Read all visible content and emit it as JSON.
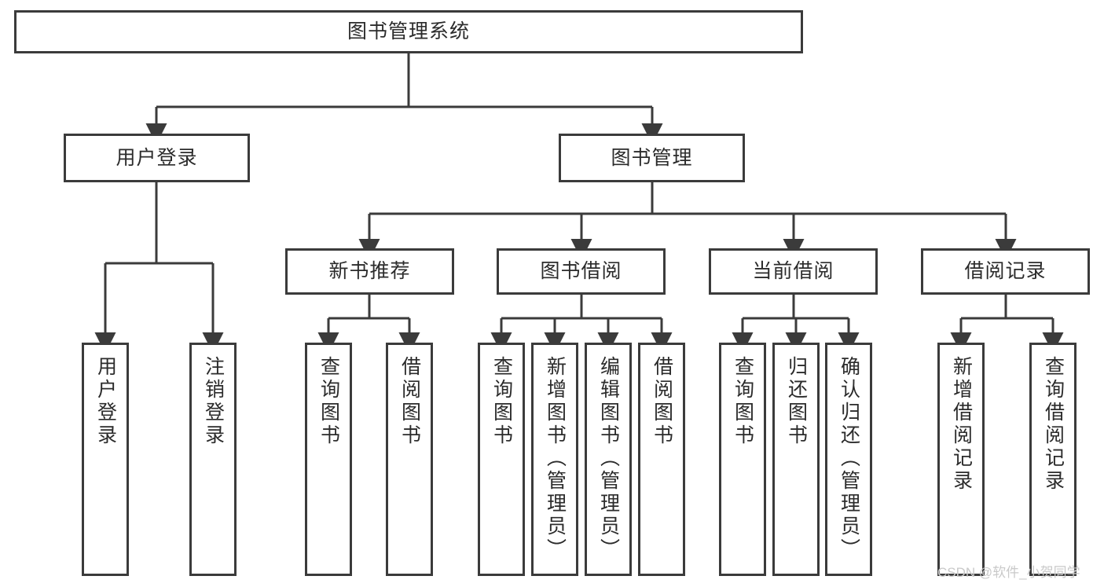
{
  "diagram": {
    "type": "tree-hierarchy-chart",
    "title_node": "图书管理系统",
    "watermark": "CSDN @软件_小贺同学",
    "colors": {
      "background": "#ffffff",
      "node_border": "#3b3b3b",
      "node_fill": "#ffffff",
      "edge": "#3b3b3b",
      "text": "#2b2b2b",
      "watermark": "#c9c9c9"
    },
    "levels": {
      "level0": [
        "图书管理系统"
      ],
      "level1": [
        "用户登录",
        "图书管理"
      ],
      "level2": [
        "新书推荐",
        "图书借阅",
        "当前借阅",
        "借阅记录"
      ],
      "level3": [
        "用户登录",
        "注销登录",
        "查询图书",
        "借阅图书",
        "查询图书",
        "新增图书（管理员）",
        "编辑图书（管理员）",
        "借阅图书",
        "查询图书",
        "归还图书",
        "确认归还（管理员）",
        "新增借阅记录",
        "查询借阅记录"
      ]
    },
    "nodes": {
      "root": {
        "label": "图书管理系统"
      },
      "user_login": {
        "label": "用户登录"
      },
      "book_mgmt": {
        "label": "图书管理"
      },
      "new_book_rec": {
        "label": "新书推荐"
      },
      "book_borrow": {
        "label": "图书借阅"
      },
      "current_borrow": {
        "label": "当前借阅"
      },
      "borrow_record": {
        "label": "借阅记录"
      },
      "leaf_user_login": {
        "label": "用户登录"
      },
      "leaf_logout": {
        "label": "注销登录"
      },
      "leaf_query_book_a": {
        "label": "查询图书"
      },
      "leaf_borrow_book_a": {
        "label": "借阅图书"
      },
      "leaf_query_book_b": {
        "label": "查询图书"
      },
      "leaf_add_book": {
        "label": "新增图书（管理员）"
      },
      "leaf_edit_book": {
        "label": "编辑图书（管理员）"
      },
      "leaf_borrow_book_b": {
        "label": "借阅图书"
      },
      "leaf_query_book_c": {
        "label": "查询图书"
      },
      "leaf_return_book": {
        "label": "归还图书"
      },
      "leaf_confirm_return": {
        "label": "确认归还（管理员）"
      },
      "leaf_add_record": {
        "label": "新增借阅记录"
      },
      "leaf_query_record": {
        "label": "查询借阅记录"
      }
    },
    "edges": [
      {
        "from": "root",
        "to": "user_login"
      },
      {
        "from": "root",
        "to": "book_mgmt"
      },
      {
        "from": "user_login",
        "to": "leaf_user_login"
      },
      {
        "from": "user_login",
        "to": "leaf_logout"
      },
      {
        "from": "book_mgmt",
        "to": "new_book_rec"
      },
      {
        "from": "book_mgmt",
        "to": "book_borrow"
      },
      {
        "from": "book_mgmt",
        "to": "current_borrow"
      },
      {
        "from": "book_mgmt",
        "to": "borrow_record"
      },
      {
        "from": "new_book_rec",
        "to": "leaf_query_book_a"
      },
      {
        "from": "new_book_rec",
        "to": "leaf_borrow_book_a"
      },
      {
        "from": "book_borrow",
        "to": "leaf_query_book_b"
      },
      {
        "from": "book_borrow",
        "to": "leaf_add_book"
      },
      {
        "from": "book_borrow",
        "to": "leaf_edit_book"
      },
      {
        "from": "book_borrow",
        "to": "leaf_borrow_book_b"
      },
      {
        "from": "current_borrow",
        "to": "leaf_query_book_c"
      },
      {
        "from": "current_borrow",
        "to": "leaf_return_book"
      },
      {
        "from": "current_borrow",
        "to": "leaf_confirm_return"
      },
      {
        "from": "borrow_record",
        "to": "leaf_add_record"
      },
      {
        "from": "borrow_record",
        "to": "leaf_query_record"
      }
    ]
  }
}
